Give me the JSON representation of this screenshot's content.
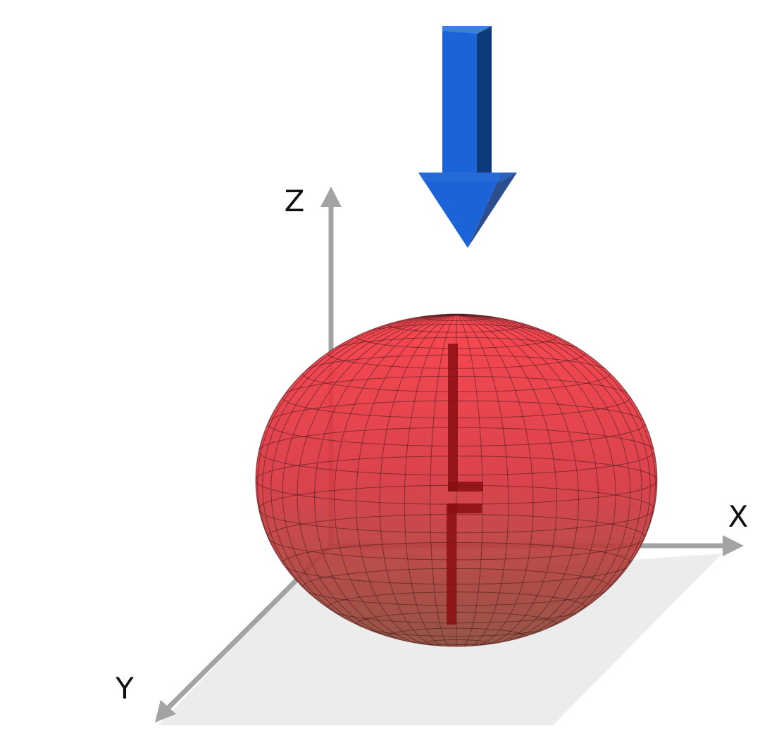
{
  "axes": {
    "x_label": "X",
    "y_label": "Y",
    "z_label": "Z"
  },
  "colors": {
    "background": "#ffffff",
    "ground_plane": "#ececec",
    "axis_line": "#a3a3a3",
    "sphere_top": "#f83a44",
    "sphere_mid": "#d8353f",
    "sphere_bottom": "#8f4a3a",
    "sphere_mesh": "#3a1a1a",
    "inner_marks": "#8a0e10",
    "arrow_front": "#1b63d6",
    "arrow_side": "#0e3a7c",
    "arrow_head_dark": "#2b4f8e"
  },
  "icons": {
    "force_arrow": "downward-arrow-icon",
    "body": "ellipsoid-shape"
  }
}
